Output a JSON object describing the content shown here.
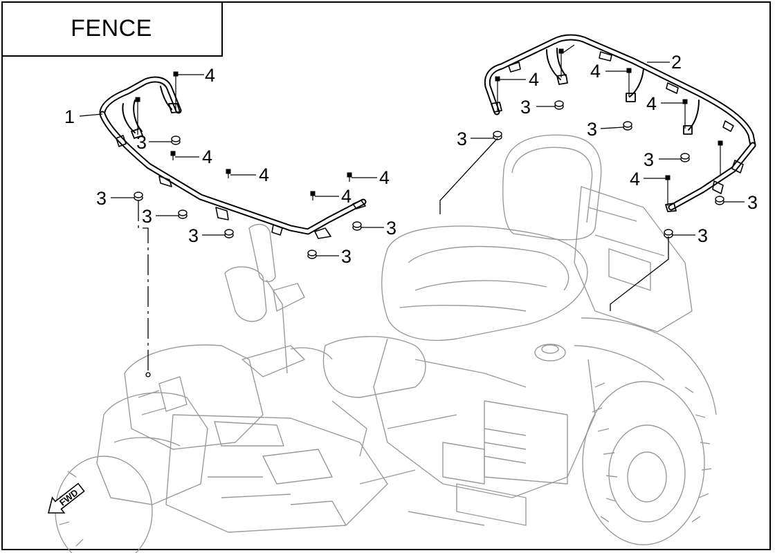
{
  "title": "FENCE",
  "callout_labels": {
    "rail_left": "1",
    "rail_right": "2",
    "nut": "3",
    "bolt": "4"
  },
  "direction_label": "FWD",
  "colors": {
    "ink": "#000000",
    "vehicle_ghost": "#9a9a9a",
    "background": "#ffffff"
  },
  "icons": [
    "fwd-arrow-icon",
    "nut-icon",
    "bolt-icon"
  ]
}
